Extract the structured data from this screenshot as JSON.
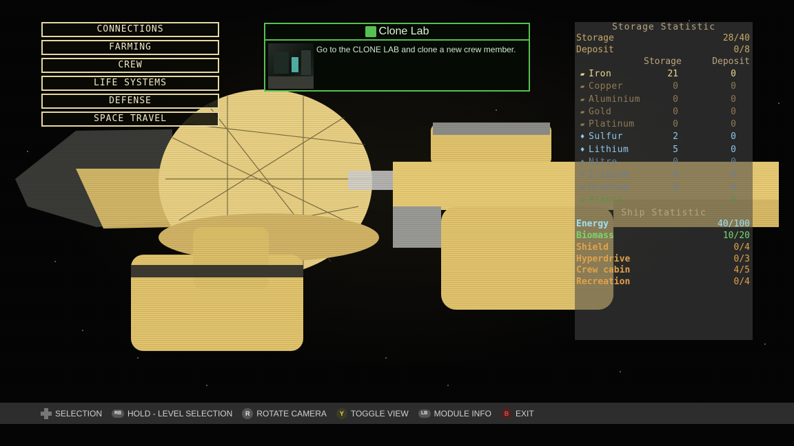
{
  "menu": {
    "items": [
      "CONNECTIONS",
      "FARMING",
      "CREW",
      "LIFE SYSTEMS",
      "DEFENSE",
      "SPACE TRAVEL"
    ]
  },
  "objective": {
    "title": "Clone Lab",
    "text": "Go to the CLONE LAB and clone a new crew member.",
    "accent": "#55c24e"
  },
  "storage": {
    "title": "Storage Statistic",
    "storage_label": "Storage",
    "storage_value": "28/40",
    "deposit_label": "Deposit",
    "deposit_value": "0/8",
    "col_storage": "Storage",
    "col_deposit": "Deposit",
    "resources": [
      {
        "name": "Iron",
        "storage": "21",
        "deposit": "0",
        "icon": "ore-icon",
        "color": "#e9d692"
      },
      {
        "name": "Copper",
        "storage": "0",
        "deposit": "0",
        "icon": "ore-icon",
        "color": "#8f7a55"
      },
      {
        "name": "Aluminium",
        "storage": "0",
        "deposit": "0",
        "icon": "ore-icon",
        "color": "#8f7a55"
      },
      {
        "name": "Gold",
        "storage": "0",
        "deposit": "0",
        "icon": "ore-icon",
        "color": "#8f7a55"
      },
      {
        "name": "Platinum",
        "storage": "0",
        "deposit": "0",
        "icon": "ore-icon",
        "color": "#8f7a55"
      },
      {
        "name": "Sulfur",
        "storage": "2",
        "deposit": "0",
        "icon": "crystal-icon",
        "color": "#8fc6ea"
      },
      {
        "name": "Lithium",
        "storage": "5",
        "deposit": "0",
        "icon": "crystal-icon",
        "color": "#8fc6ea"
      },
      {
        "name": "Nitre",
        "storage": "0",
        "deposit": "0",
        "icon": "crystal-icon",
        "color": "#6e7f8f"
      },
      {
        "name": "Iridium",
        "storage": "0",
        "deposit": "0",
        "icon": "crystal-icon",
        "color": "#6e7f8f"
      },
      {
        "name": "Uranium",
        "storage": "0",
        "deposit": "0",
        "icon": "radiation-icon",
        "color": "#6e7f8f"
      },
      {
        "name": "Plants",
        "storage": "",
        "deposit": "0",
        "icon": "plant-icon",
        "color": "#5f8f4a"
      }
    ]
  },
  "ship": {
    "title": "Ship Statistic",
    "stats": [
      {
        "label": "Energy",
        "value": "40/100",
        "color": "#9fe0f2"
      },
      {
        "label": "Biomass",
        "value": "10/20",
        "color": "#77d86a"
      },
      {
        "label": "Shield",
        "value": "0/4",
        "color": "#e1a24a"
      },
      {
        "label": "Hyperdrive",
        "value": "0/3",
        "color": "#e1a24a"
      },
      {
        "label": "Crew cabin",
        "value": "4/5",
        "color": "#e1a24a"
      },
      {
        "label": "Recreation",
        "value": "0/4",
        "color": "#e1a24a"
      }
    ]
  },
  "controls": [
    {
      "glyph": "",
      "label": "SELECTION",
      "icon": "dpad-icon"
    },
    {
      "glyph": "RB",
      "label": "HOLD - LEVEL SELECTION",
      "icon": "rb-button-icon"
    },
    {
      "glyph": "R",
      "label": "ROTATE CAMERA",
      "icon": "right-stick-icon"
    },
    {
      "glyph": "Y",
      "label": "TOGGLE VIEW",
      "icon": "y-button-icon"
    },
    {
      "glyph": "LB",
      "label": "MODULE INFO",
      "icon": "lb-button-icon"
    },
    {
      "glyph": "B",
      "label": "EXIT",
      "icon": "b-button-icon"
    }
  ]
}
